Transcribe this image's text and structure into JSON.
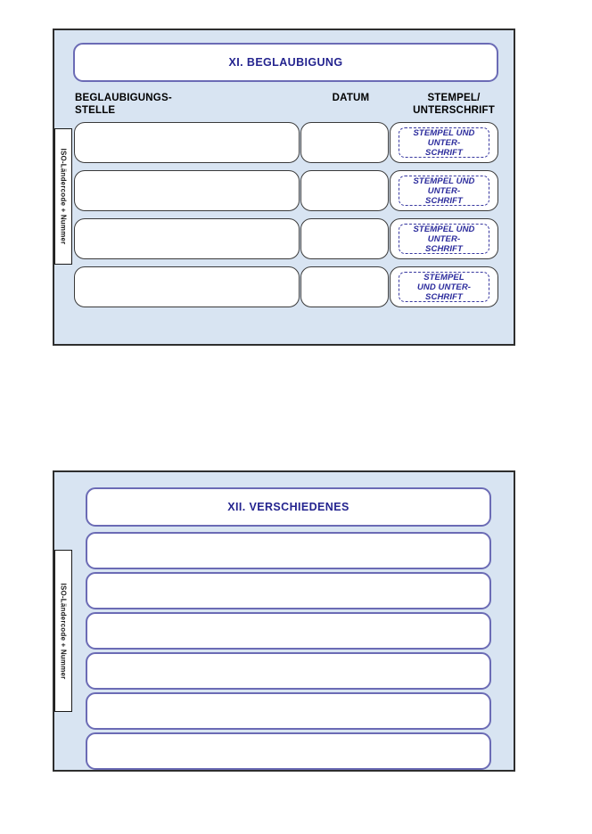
{
  "page": {
    "background_color": "#ffffff",
    "panel_background_color": "#d8e4f2",
    "panel_border_color": "#2e2e2e",
    "accent_border_color": "#6b6bb5",
    "title_text_color": "#24248f",
    "stamp_text_color": "#2b2b9c"
  },
  "panel_beglaubigung": {
    "title": "XI. BEGLAUBIGUNG",
    "side_tab_label": "ISO-Ländercode + Nummer",
    "column_headers": [
      "BEGLAUBIGUNGS-\nSTELLE",
      "DATUM",
      "STEMPEL/\nUNTERSCHRIFT"
    ],
    "column_headers_flat": {
      "stelle_line1": "BEGLAUBIGUNGS-",
      "stelle_line2": "STELLE",
      "datum": "DATUM",
      "stempel_line1": "STEMPEL/",
      "stempel_line2": "UNTERSCHRIFT"
    },
    "rows": [
      {
        "stelle_value": "",
        "datum_value": "",
        "stamp_placeholder": "STEMPEL UND\nUNTER-\nSCHRIFT"
      },
      {
        "stelle_value": "",
        "datum_value": "",
        "stamp_placeholder": "STEMPEL UND\nUNTER-\nSCHRIFT"
      },
      {
        "stelle_value": "",
        "datum_value": "",
        "stamp_placeholder": "STEMPEL UND\nUNTER-\nSCHRIFT"
      },
      {
        "stelle_value": "",
        "datum_value": "",
        "stamp_placeholder": "STEMPEL\nUND UNTER-\nSCHRIFT"
      }
    ]
  },
  "panel_verschiedenes": {
    "title": "XII. VERSCHIEDENES",
    "side_tab_label": "ISO-Ländercode + Nummer",
    "rows": [
      {
        "value": ""
      },
      {
        "value": ""
      },
      {
        "value": ""
      },
      {
        "value": ""
      },
      {
        "value": ""
      },
      {
        "value": ""
      }
    ]
  }
}
